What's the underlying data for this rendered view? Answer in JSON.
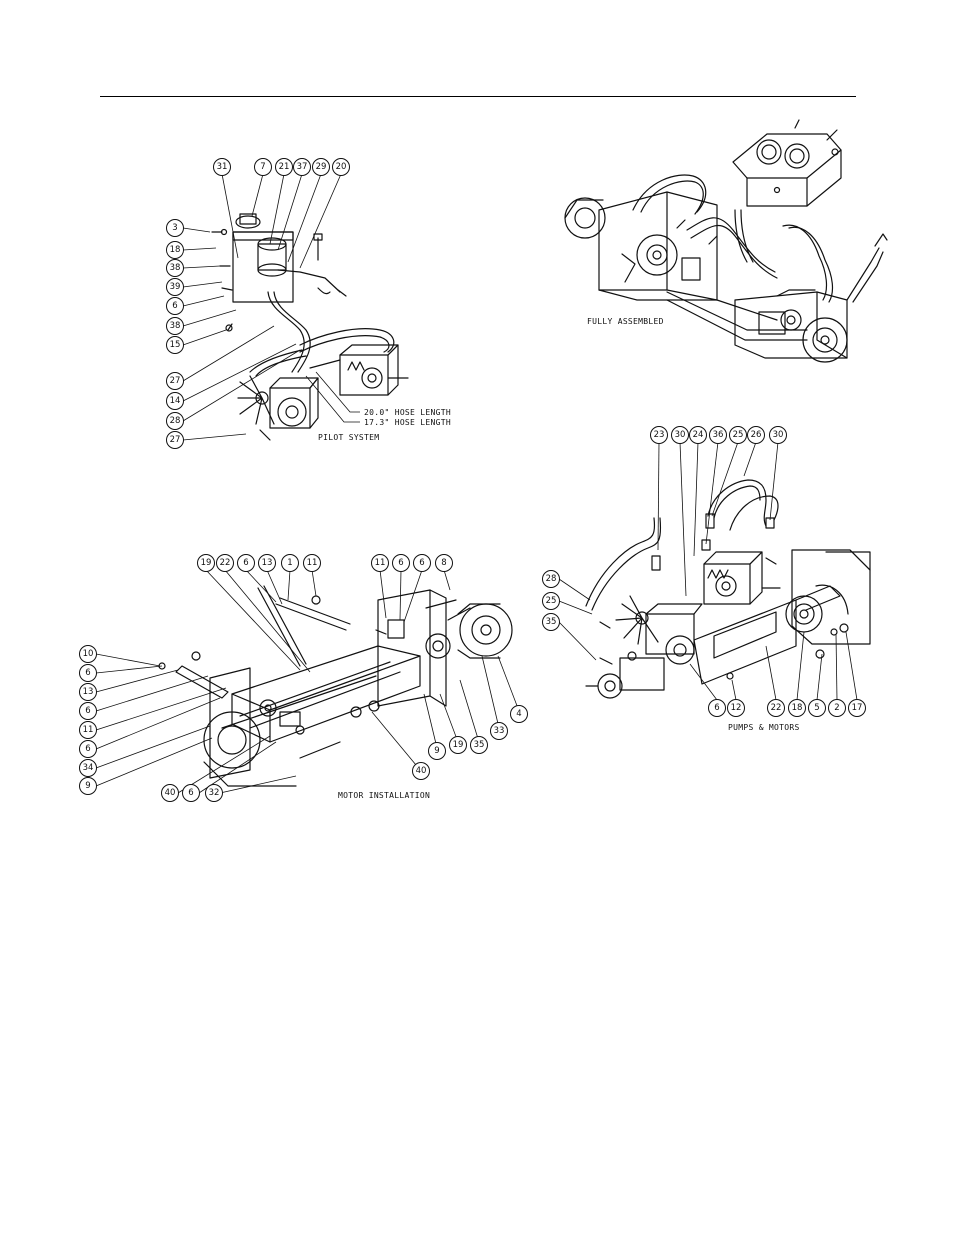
{
  "panels": {
    "pilot": {
      "caption": "PILOT SYSTEM",
      "notes": [
        "20.0\" HOSE LENGTH",
        "17.3\" HOSE LENGTH"
      ],
      "balloons": [
        "31",
        "7",
        "21",
        "37",
        "29",
        "20",
        "3",
        "18",
        "38",
        "39",
        "6",
        "38",
        "15",
        "27",
        "14",
        "28",
        "27"
      ]
    },
    "assembled": {
      "caption": "FULLY ASSEMBLED"
    },
    "motor": {
      "caption": "MOTOR INSTALLATION",
      "balloons": [
        "19",
        "22",
        "6",
        "13",
        "1",
        "11",
        "11",
        "6",
        "6",
        "8",
        "10",
        "6",
        "13",
        "6",
        "11",
        "6",
        "34",
        "9",
        "40",
        "6",
        "32",
        "40",
        "9",
        "19",
        "35",
        "33",
        "4"
      ]
    },
    "pumps": {
      "caption": "PUMPS & MOTORS",
      "balloons": [
        "23",
        "30",
        "24",
        "36",
        "25",
        "26",
        "30",
        "28",
        "25",
        "35",
        "6",
        "12",
        "22",
        "18",
        "5",
        "2",
        "17"
      ]
    }
  }
}
